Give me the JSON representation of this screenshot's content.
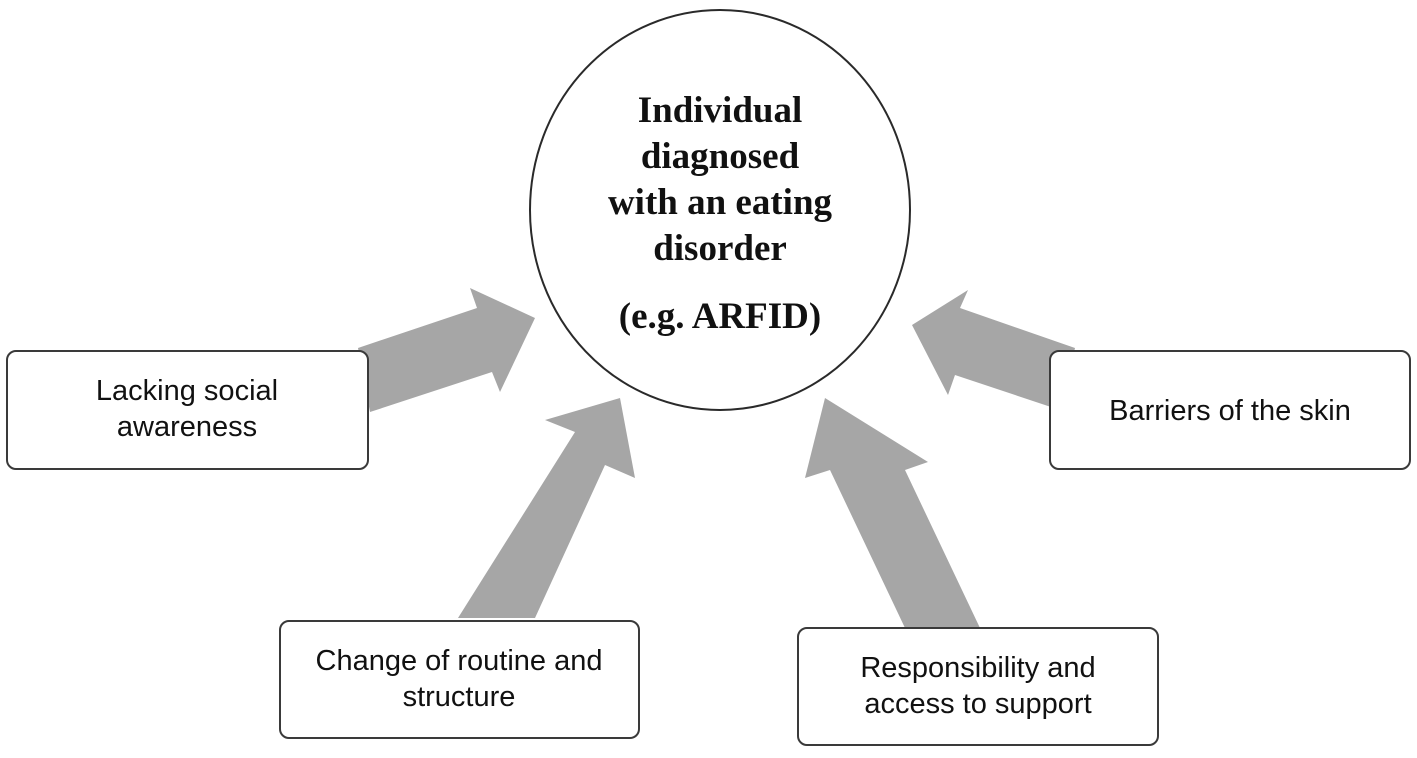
{
  "center": {
    "lines": [
      "Individual",
      "diagnosed",
      "with an eating",
      "disorder"
    ],
    "example": "(e.g. ARFID)"
  },
  "factors": {
    "social": {
      "lines": [
        "Lacking social",
        "awareness"
      ]
    },
    "skin": {
      "lines": [
        "Barriers of the skin"
      ]
    },
    "routine": {
      "lines": [
        "Change of routine and",
        "structure"
      ]
    },
    "support": {
      "lines": [
        "Responsibility and",
        "access to support"
      ]
    }
  },
  "colors": {
    "arrow": "#a6a6a6",
    "box_border": "#3a3a3a",
    "text": "#111111"
  }
}
